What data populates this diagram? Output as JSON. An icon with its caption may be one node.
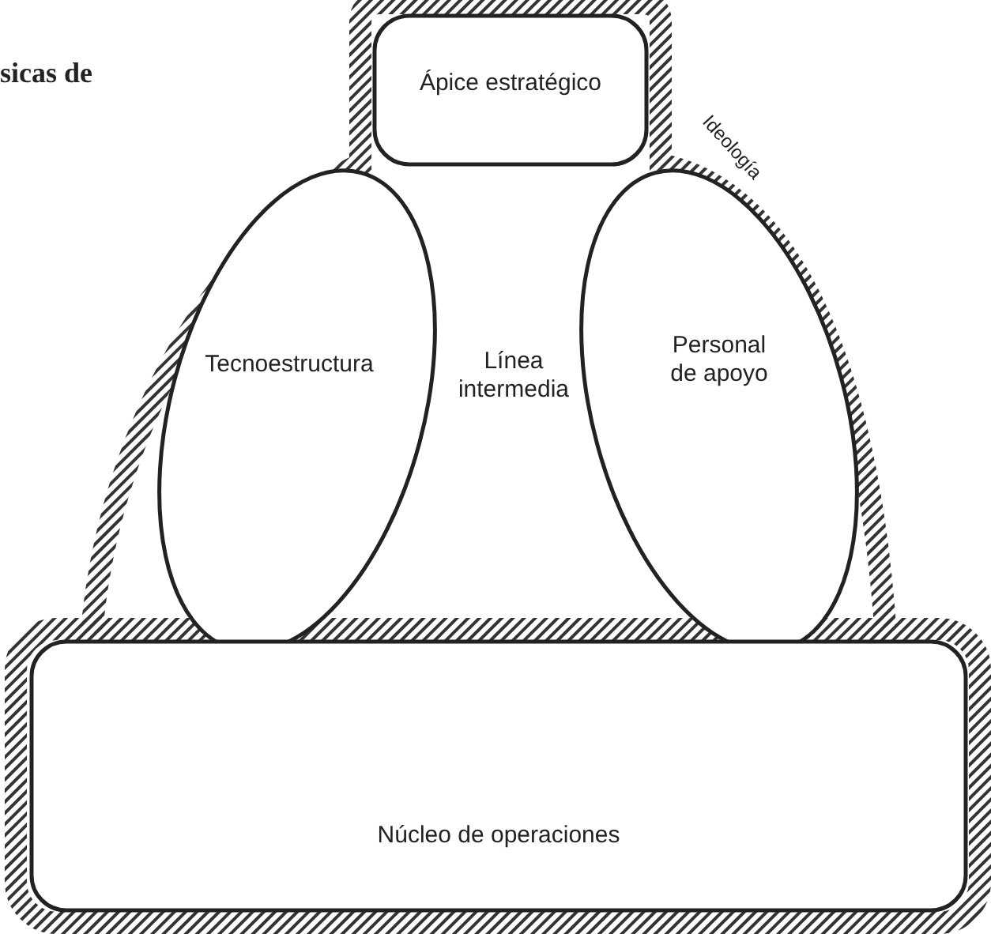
{
  "diagram": {
    "nodes": [
      {
        "text": [
          "Ápice estratégico"
        ]
      },
      {
        "text": [
          "Tecnoestructura"
        ]
      },
      {
        "text": [
          "Línea intermedia"
        ]
      },
      {
        "text": [
          "Personal de apoyo"
        ]
      },
      {
        "text": [
          "Núcleo de operaciones"
        ]
      }
    ],
    "labels": [
      "sicas de",
      "Ideología"
    ]
  }
}
